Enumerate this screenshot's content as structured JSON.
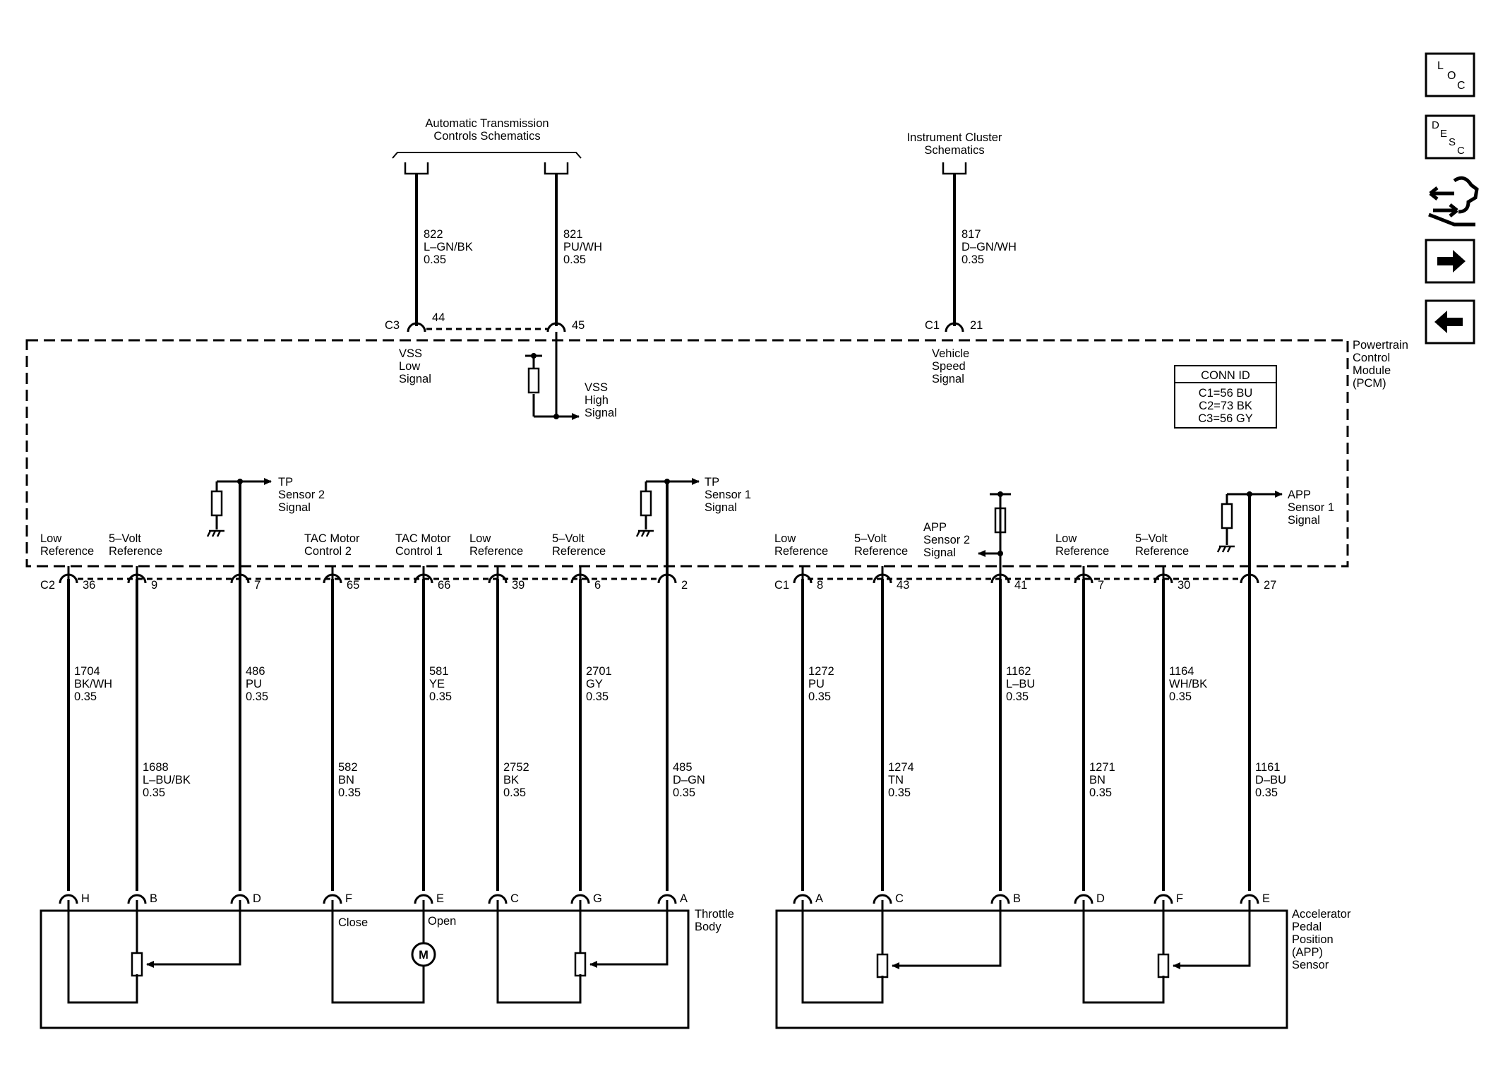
{
  "references": {
    "trans_schematics": [
      "Automatic Transmission",
      "Controls Schematics"
    ],
    "cluster_schematics": [
      "Instrument Cluster",
      "Schematics"
    ]
  },
  "pcm": {
    "name": [
      "Powertrain",
      "Control",
      "Module",
      "(PCM)"
    ],
    "conn_id": {
      "title": "CONN ID",
      "rows": [
        "C1=56 BU",
        "C2=73 BK",
        "C3=56 GY"
      ]
    }
  },
  "top_wires": [
    {
      "circuit": "822",
      "color": "L–GN/BK",
      "gauge": "0.35",
      "connector": "C3",
      "pin": "44",
      "signal": [
        "VSS",
        "Low",
        "Signal"
      ]
    },
    {
      "circuit": "821",
      "color": "PU/WH",
      "gauge": "0.35",
      "connector": "",
      "pin": "45",
      "signal": [
        "VSS",
        "High",
        "Signal"
      ]
    },
    {
      "circuit": "817",
      "color": "D–GN/WH",
      "gauge": "0.35",
      "connector": "C1",
      "pin": "21",
      "signal": [
        "Vehicle",
        "Speed",
        "Signal"
      ]
    }
  ],
  "tp_signals": {
    "tp2": [
      "TP",
      "Sensor 2",
      "Signal"
    ],
    "tp1": [
      "TP",
      "Sensor 1",
      "Signal"
    ],
    "app2": [
      "APP",
      "Sensor 2",
      "Signal"
    ],
    "app1": [
      "APP",
      "Sensor 1",
      "Signal"
    ]
  },
  "throttle_circuits": [
    {
      "label": [
        "Low",
        "Reference"
      ],
      "conn": "C2",
      "pin": "36",
      "circuit": "1704",
      "color": "BK/WH",
      "gauge": "0.35",
      "term": "H"
    },
    {
      "label": [
        "5–Volt",
        "Reference"
      ],
      "conn": "",
      "pin": "9",
      "circuit": "1688",
      "color": "L–BU/BK",
      "gauge": "0.35",
      "term": "B"
    },
    {
      "label": [
        "",
        ""
      ],
      "conn": "",
      "pin": "7",
      "circuit": "486",
      "color": "PU",
      "gauge": "0.35",
      "term": "D"
    },
    {
      "label": [
        "TAC Motor",
        "Control 2"
      ],
      "conn": "",
      "pin": "65",
      "circuit": "582",
      "color": "BN",
      "gauge": "0.35",
      "term": "F"
    },
    {
      "label": [
        "TAC Motor",
        "Control 1"
      ],
      "conn": "",
      "pin": "66",
      "circuit": "581",
      "color": "YE",
      "gauge": "0.35",
      "term": "E"
    },
    {
      "label": [
        "Low",
        "Reference"
      ],
      "conn": "",
      "pin": "39",
      "circuit": "2752",
      "color": "BK",
      "gauge": "0.35",
      "term": "C"
    },
    {
      "label": [
        "5–Volt",
        "Reference"
      ],
      "conn": "",
      "pin": "6",
      "circuit": "2701",
      "color": "GY",
      "gauge": "0.35",
      "term": "G"
    },
    {
      "label": [
        "",
        ""
      ],
      "conn": "",
      "pin": "2",
      "circuit": "485",
      "color": "D–GN",
      "gauge": "0.35",
      "term": "A"
    }
  ],
  "app_circuits": [
    {
      "label": [
        "Low",
        "Reference"
      ],
      "conn": "C1",
      "pin": "8",
      "circuit": "1272",
      "color": "PU",
      "gauge": "0.35",
      "term": "A"
    },
    {
      "label": [
        "5–Volt",
        "Reference"
      ],
      "conn": "",
      "pin": "43",
      "circuit": "1274",
      "color": "TN",
      "gauge": "0.35",
      "term": "C"
    },
    {
      "label": [
        "",
        ""
      ],
      "conn": "",
      "pin": "41",
      "circuit": "1162",
      "color": "L–BU",
      "gauge": "0.35",
      "term": "B"
    },
    {
      "label": [
        "Low",
        "Reference"
      ],
      "conn": "",
      "pin": "7",
      "circuit": "1271",
      "color": "BN",
      "gauge": "0.35",
      "term": "D"
    },
    {
      "label": [
        "5–Volt",
        "Reference"
      ],
      "conn": "",
      "pin": "30",
      "circuit": "1164",
      "color": "WH/BK",
      "gauge": "0.35",
      "term": "F"
    },
    {
      "label": [
        "",
        ""
      ],
      "conn": "",
      "pin": "27",
      "circuit": "1161",
      "color": "D–BU",
      "gauge": "0.35",
      "term": "E"
    }
  ],
  "components": {
    "throttle_body": [
      "Throttle",
      "Body"
    ],
    "app_sensor": [
      "Accelerator",
      "Pedal",
      "Position",
      "(APP)",
      "Sensor"
    ],
    "motor_close": "Close",
    "motor_open": "Open",
    "motor_symbol": "M"
  },
  "nav_buttons": {
    "loc": [
      "L",
      "O",
      "C"
    ],
    "desc": [
      "D",
      "E",
      "S",
      "C"
    ]
  }
}
